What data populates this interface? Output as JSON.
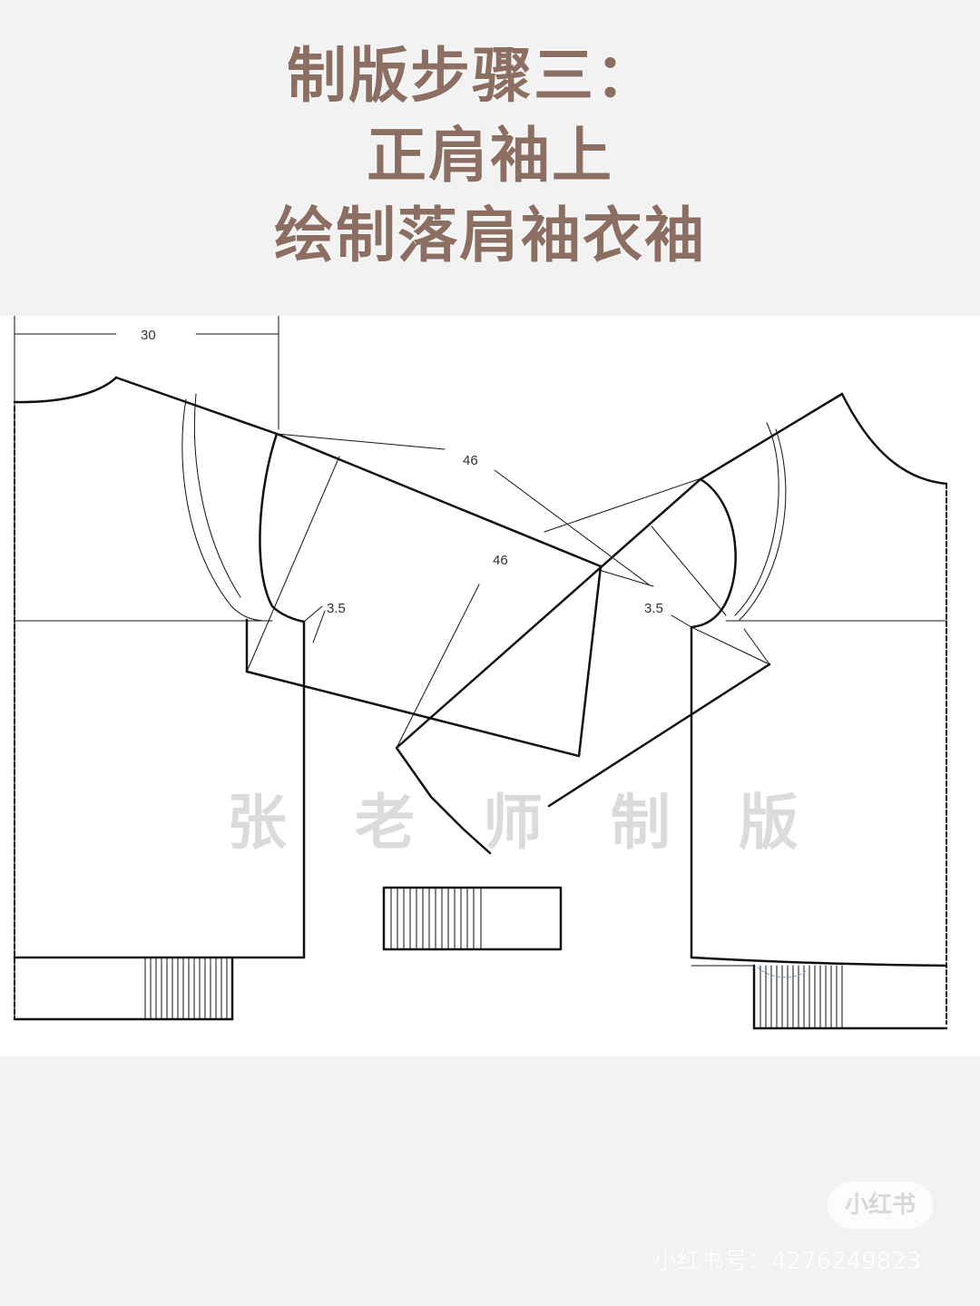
{
  "title": {
    "line1": "制版步骤三：",
    "line2": "正肩袖上",
    "line3": "绘制落肩袖衣袖"
  },
  "diagram": {
    "labels": {
      "width_top": "30",
      "diag_upper": "46",
      "diag_lower": "46",
      "offset_left": "3.5",
      "offset_right": "3.5"
    },
    "watermark": "张 老 师 制 版"
  },
  "footer": {
    "logo": "小红书",
    "account": "小红书号：4276249823"
  },
  "colors": {
    "title": "#8c6f62",
    "line": "#111111",
    "background": "#f2f2f2",
    "panel": "#ffffff"
  }
}
